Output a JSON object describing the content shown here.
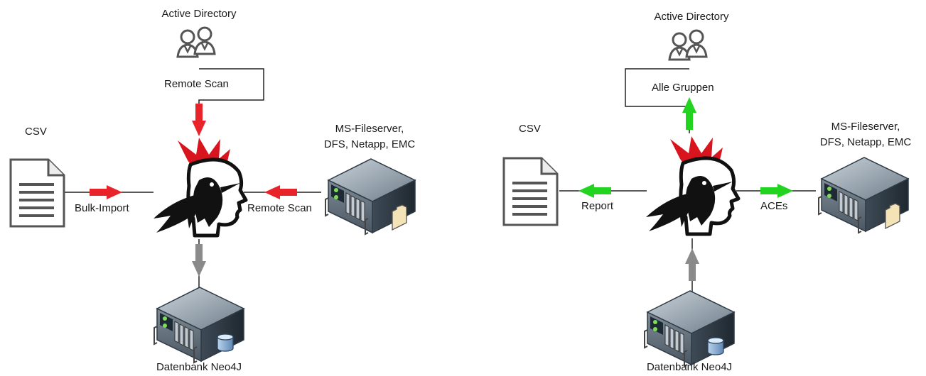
{
  "left": {
    "ad_title": "Active Directory",
    "ad_link": "Remote Scan",
    "csv_title": "CSV",
    "csv_link": "Bulk-Import",
    "fs_title_1": "MS-Fileserver,",
    "fs_title_2": "DFS, Netapp, EMC",
    "fs_link": "Remote Scan",
    "db_title": "Datenbank Neo4J"
  },
  "right": {
    "ad_title": "Active Directory",
    "ad_link": "Alle Gruppen",
    "csv_title": "CSV",
    "csv_link": "Report",
    "fs_title_1": "MS-Fileserver,",
    "fs_title_2": "DFS, Netapp, EMC",
    "fs_link": "ACEs",
    "db_title": "Datenbank Neo4J"
  },
  "colors": {
    "import_arrow": "#e8232a",
    "export_arrow": "#22d31f",
    "db_arrow": "#8a8a8a",
    "crest": "#d8141e",
    "line": "#222222"
  },
  "icons": [
    "users-icon",
    "document-icon",
    "server-icon",
    "database-icon",
    "raven-head-logo"
  ]
}
